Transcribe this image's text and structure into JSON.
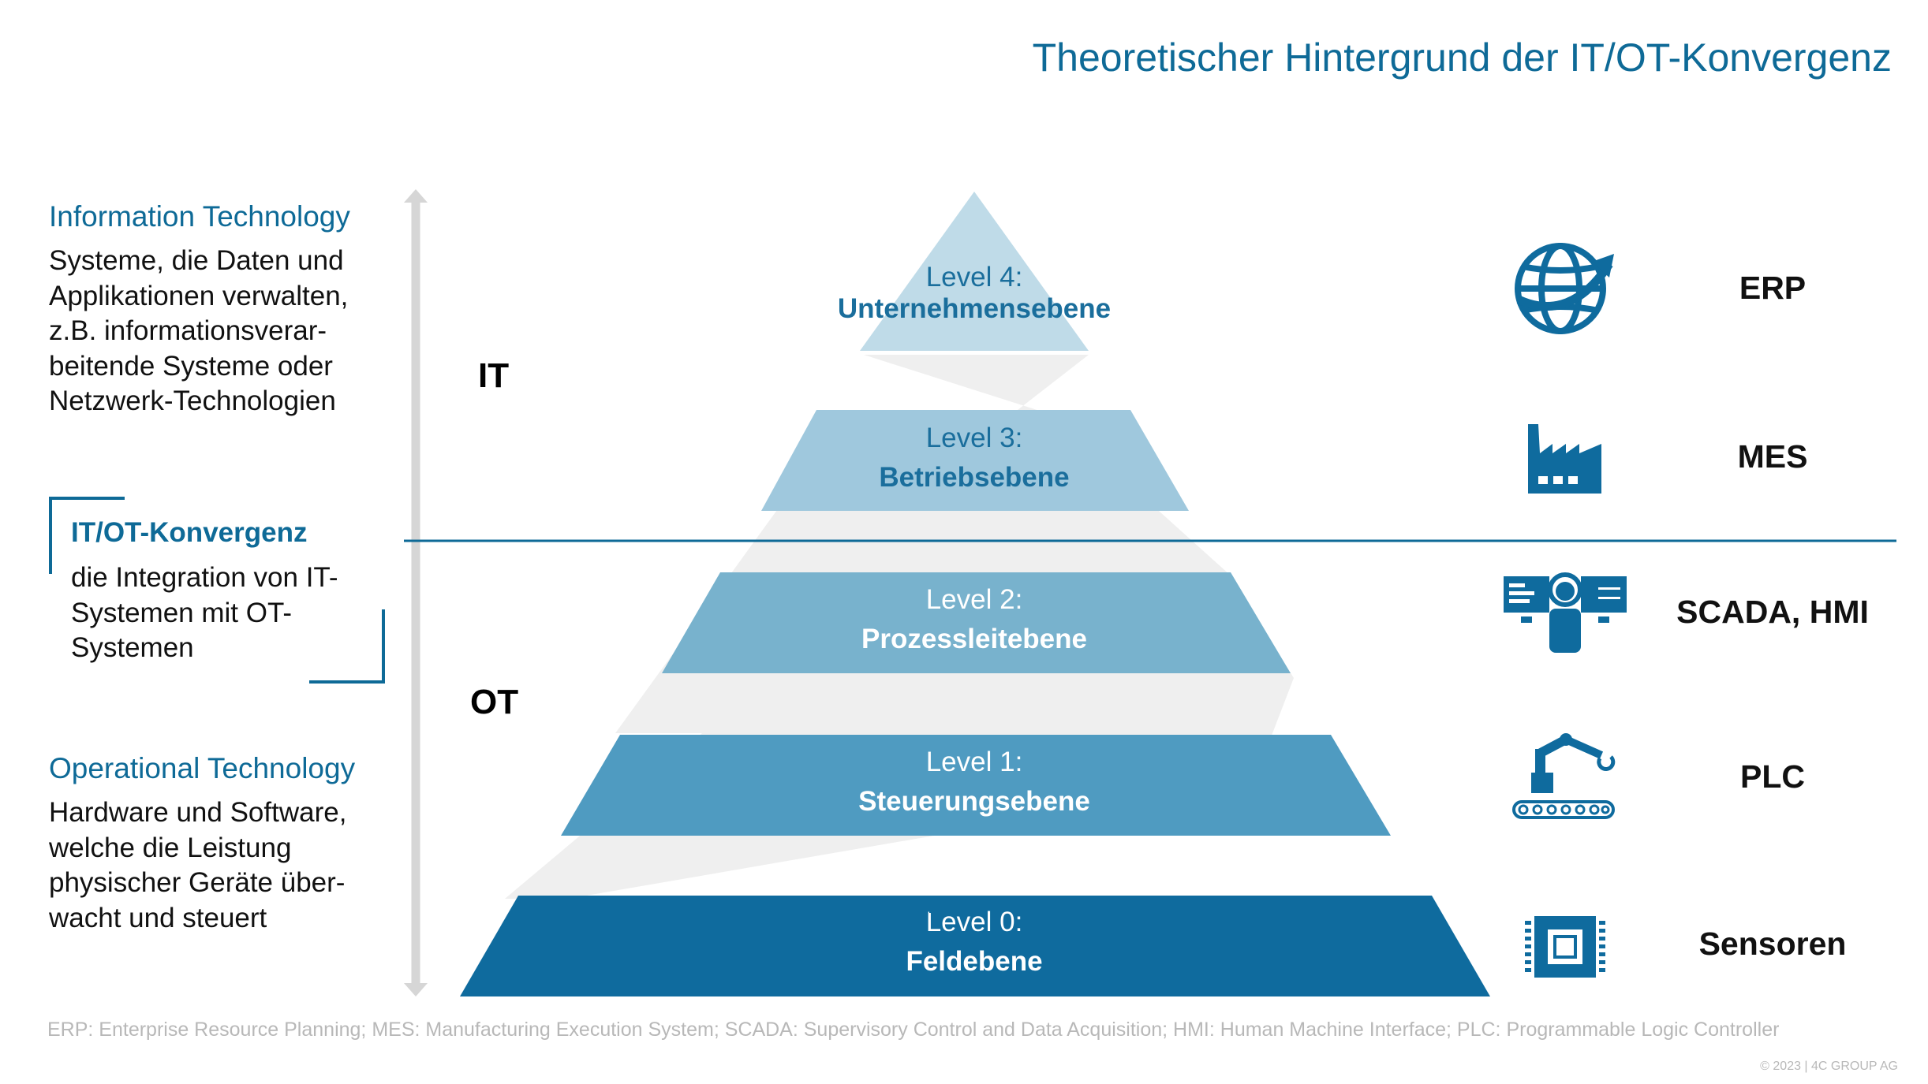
{
  "title": "Theoretischer Hintergrund der IT/OT-Konvergenz",
  "it_section": {
    "heading": "Information Technology",
    "lines": [
      "Systeme, die Daten und",
      "Applikationen verwalten,",
      "z.B. informationsverar-",
      "beitende Systeme oder",
      "Netzwerk-Technologien"
    ]
  },
  "convergence": {
    "heading": "IT/OT-Konvergenz",
    "lines": [
      "die Integration von IT-",
      "Systemen mit OT-",
      "Systemen"
    ]
  },
  "ot_section": {
    "heading": "Operational Technology",
    "lines": [
      "Hardware und Software,",
      "welche die Leistung",
      "physischer Geräte über-",
      "wacht und steuert"
    ]
  },
  "axis": {
    "it_label": "IT",
    "ot_label": "OT"
  },
  "levels": [
    {
      "number": "Level 4:",
      "name": "Unternehmensebene",
      "color": "#bfdbe8",
      "text_color": "#1a6e9c",
      "system": "ERP",
      "icon": "globe-arrow-icon"
    },
    {
      "number": "Level 3:",
      "name": "Betriebsebene",
      "color": "#9fc8dd",
      "text_color": "#1a6e9c",
      "system": "MES",
      "icon": "factory-icon"
    },
    {
      "number": "Level 2:",
      "name": "Prozessleitebene",
      "color": "#78b2cd",
      "text_color": "#ffffff",
      "system": "SCADA, HMI",
      "icon": "operator-screens-icon"
    },
    {
      "number": "Level 1:",
      "name": "Steuerungsebene",
      "color": "#4f9bc1",
      "text_color": "#ffffff",
      "system": "PLC",
      "icon": "robot-arm-icon"
    },
    {
      "number": "Level 0:",
      "name": "Feldebene",
      "color": "#0f6b9e",
      "text_color": "#ffffff",
      "system": "Sensoren",
      "icon": "chip-icon"
    }
  ],
  "colors": {
    "accent": "#0e6a97",
    "axis_gray": "#d6d6d6",
    "footnote_gray": "#b8b8b8"
  },
  "footnote": "ERP: Enterprise Resource Planning; MES: Manufacturing Execution System; SCADA: Supervisory Control and Data Acquisition; HMI: Human Machine Interface; PLC: Programmable Logic Controller",
  "copyright": "© 2023 | 4C GROUP AG"
}
